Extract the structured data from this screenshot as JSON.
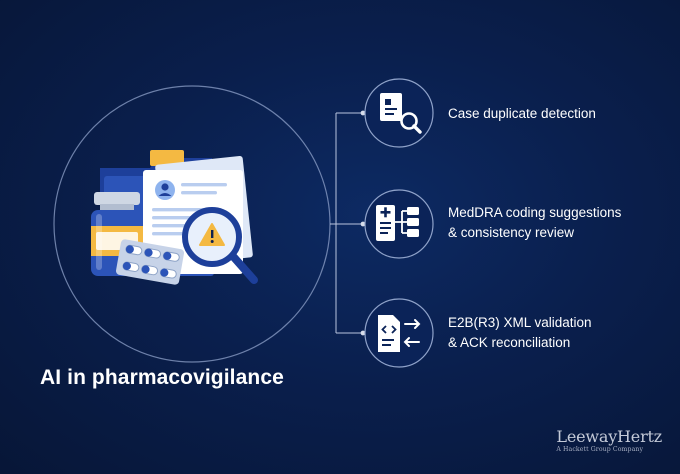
{
  "title": "AI in pharmacovigilance",
  "center_icon": "pharmacovigilance-illustration-icon",
  "items": [
    {
      "icon": "document-search-icon",
      "lines": [
        "Case duplicate detection"
      ]
    },
    {
      "icon": "medical-coding-icon",
      "lines": [
        "MedDRA coding suggestions",
        "& consistency review"
      ]
    },
    {
      "icon": "code-exchange-document-icon",
      "lines": [
        "E2B(R3) XML validation",
        "& ACK reconciliation"
      ]
    }
  ],
  "logo": {
    "name": "LeewayHertz",
    "tagline": "A Hackett Group Company"
  },
  "colors": {
    "background": "#0a1f4d",
    "accent_blue": "#2c54b8",
    "accent_yellow": "#f4b942",
    "line": "#b9c4de",
    "warning": "#f4b942"
  }
}
